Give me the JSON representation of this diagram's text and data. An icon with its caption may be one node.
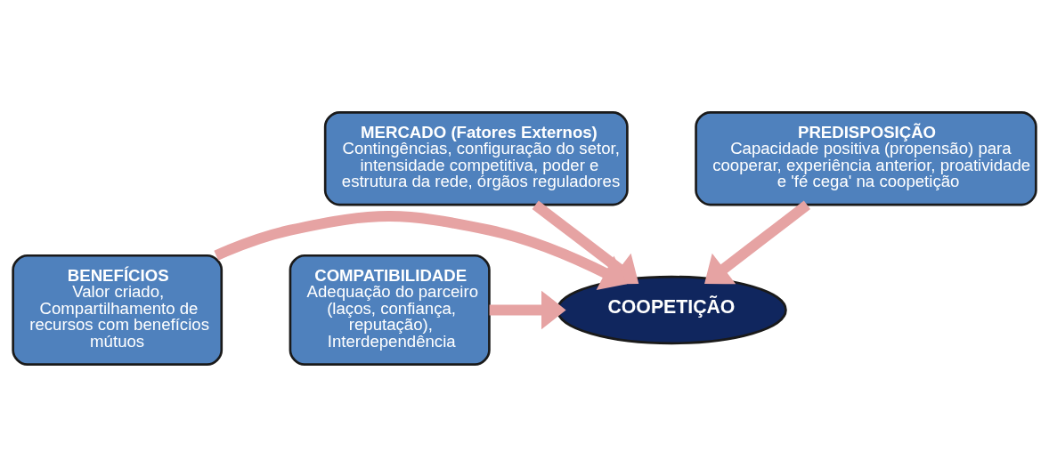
{
  "diagram": {
    "nodes": [
      {
        "text": [
          "MERCADO (Fatores Externos)",
          "Contingências, configuração do setor, intensidade competitiva, poder e estrutura da rede, órgãos reguladores"
        ]
      },
      {
        "text": [
          "PREDISPOSIÇÃO",
          "Capacidade positiva (propensão) para cooperar, experiência anterior, proatividade e 'fé cega' na coopetição"
        ]
      },
      {
        "text": [
          "BENEFÍCIOS",
          "Valor criado, Compartilhamento de recursos com benefícios mútuos"
        ]
      },
      {
        "text": [
          "COMPATIBILIDADE",
          "Adequação do parceiro (laços, confiança, reputação), Interdependência"
        ]
      },
      {
        "text": [
          "COOPETIÇÃO"
        ]
      }
    ],
    "edges": [
      {
        "from": 0,
        "to": 4,
        "arrow": "to"
      },
      {
        "from": 1,
        "to": 4,
        "arrow": "to"
      },
      {
        "from": 2,
        "to": 4,
        "arrow": "to"
      },
      {
        "from": 3,
        "to": 4,
        "arrow": "to"
      }
    ]
  }
}
